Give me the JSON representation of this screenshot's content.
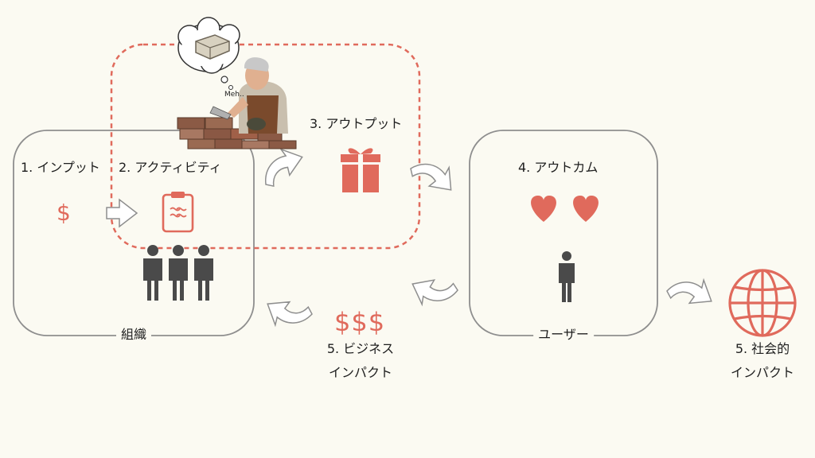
{
  "colors": {
    "background": "#fbfaf2",
    "accent": "#e06a5c",
    "box_border": "#8e8e8e",
    "person": "#4a4a4a",
    "dashed": "#e06a5c"
  },
  "icons": {
    "input": "dollar-icon",
    "activity": "clipboard-icon",
    "output": "gift-icon",
    "outcome": "heart-icon",
    "social": "globe-icon",
    "worker": "bricklayer-illustration",
    "thought": "brick-thought-bubble",
    "people": "person-icon"
  },
  "labels": {
    "input": "1. インプット",
    "activity": "2. アクティビティ",
    "output": "3. アウトプット",
    "outcome": "4. アウトカム",
    "org": "組織",
    "user": "ユーザー",
    "biz_line1": "5. ビジネス",
    "biz_line2": "インパクト",
    "soc_line1": "5. 社会的",
    "soc_line2": "インパクト",
    "dollar": "$",
    "dollars": "$$$",
    "speech": "Meh.."
  }
}
